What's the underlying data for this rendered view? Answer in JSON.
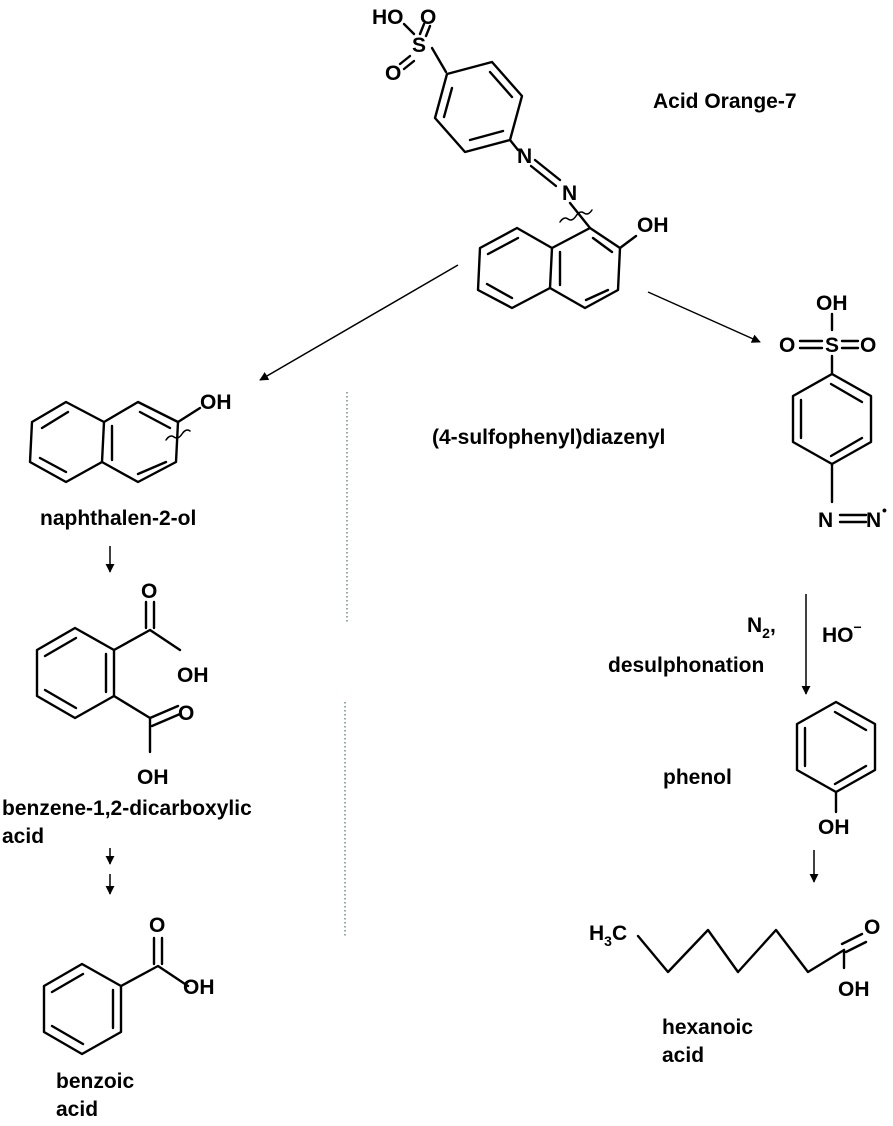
{
  "labels": {
    "acid_orange": "Acid Orange-7",
    "sulfophenyl_diazenyl": "(4-sulfophenyl)diazenyl",
    "naphthalenol": "naphthalen-2-ol",
    "dicarboxylic_line1": "benzene-1,2-dicarboxylic",
    "dicarboxylic_line2": "acid",
    "benzoic_line1": "benzoic",
    "benzoic_line2": "acid",
    "phenol": "phenol",
    "hexanoic_line1": "hexanoic",
    "hexanoic_line2": "acid",
    "desulphonation": "desulphonation",
    "n2": "N",
    "n2_sub": "2",
    "n2_comma": ",",
    "hydroxide": "HO",
    "hydroxide_charge": "−"
  },
  "atoms": {
    "ho": "HO",
    "s": "S",
    "o": "O",
    "n": "N",
    "oh": "OH",
    "h3c_h": "H",
    "h3c_sub": "3",
    "h3c_c": "C",
    "radical_dot": "•"
  }
}
